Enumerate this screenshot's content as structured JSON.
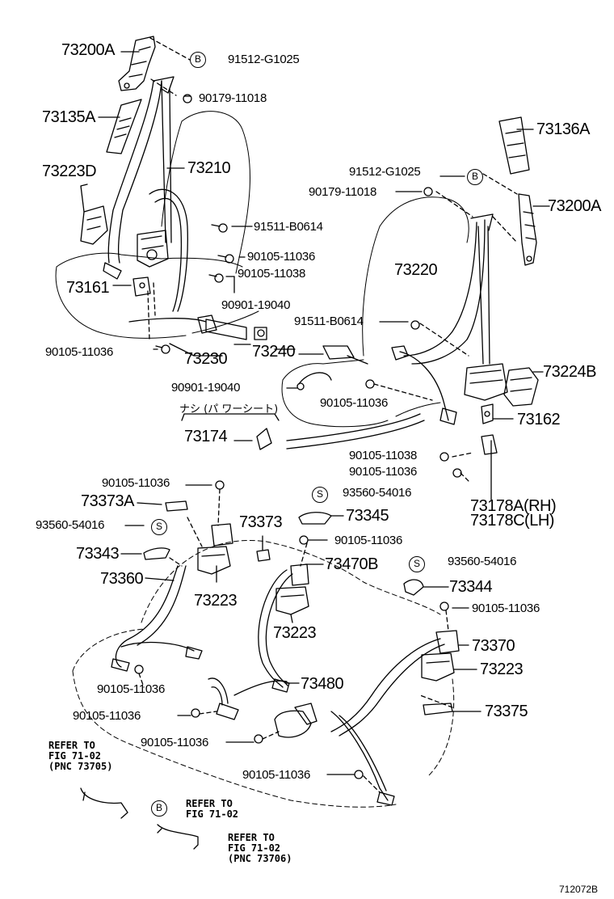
{
  "diagram_id": "712072B",
  "circle_b": "B",
  "circle_s": "S",
  "note_jp": "ナシ (パ ワーシート)",
  "refs": {
    "r1": [
      "REFER TO",
      "FIG 71-02",
      "(PNC 73705)"
    ],
    "r2": [
      "REFER TO",
      "FIG 71-02"
    ],
    "r3": [
      "REFER TO",
      "FIG 71-02",
      "(PNC 73706)"
    ]
  },
  "parts": {
    "p73200A_l": "73200A",
    "p91512_l": "91512-G1025",
    "p90179_l": "90179-11018",
    "p73135A": "73135A",
    "p73223D": "73223D",
    "p73210": "73210",
    "p91511_l": "91511-B0614",
    "p90105_11036_a": "90105-11036",
    "p90105_11038_a": "90105-11038",
    "p73161": "73161",
    "p90901_a": "90901-19040",
    "p90105_11036_b": "90105-11036",
    "p73230": "73230",
    "p73240": "73240",
    "p90901_b": "90901-19040",
    "p90105_11036_c": "90105-11036",
    "p73174": "73174",
    "p73136A": "73136A",
    "p91512_r": "91512-G1025",
    "p90179_r": "90179-11018",
    "p73200A_r": "73200A",
    "p73220": "73220",
    "p91511_r": "91511-B0614",
    "p73224B": "73224B",
    "p73162": "73162",
    "p90105_11038_b": "90105-11038",
    "p90105_11036_d": "90105-11036",
    "p73178A": "73178A(RH)",
    "p73178C": "73178C(LH)",
    "p90105_11036_e": "90105-11036",
    "p73373A": "73373A",
    "p93560_a": "93560-54016",
    "p73343": "73343",
    "p73360": "73360",
    "p73223_a": "73223",
    "p73373": "73373",
    "p93560_b": "93560-54016",
    "p73345": "73345",
    "p90105_11036_f": "90105-11036",
    "p73470B": "73470B",
    "p73223_b": "73223",
    "p93560_c": "93560-54016",
    "p73344": "73344",
    "p90105_11036_g": "90105-11036",
    "p73370": "73370",
    "p73223_c": "73223",
    "p90105_11036_h": "90105-11036",
    "p73480": "73480",
    "p90105_11036_i": "90105-11036",
    "p73375": "73375",
    "p90105_11036_j": "90105-11036",
    "p90105_11036_k": "90105-11036"
  }
}
